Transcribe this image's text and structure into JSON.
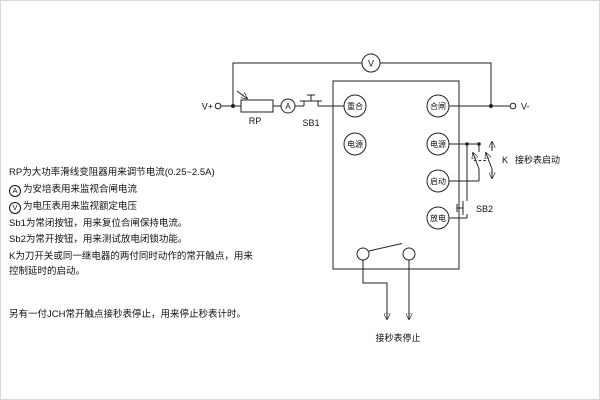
{
  "colors": {
    "wire": "#222222",
    "text": "#111111",
    "bg": "#ffffff"
  },
  "schematic": {
    "terminals": {
      "v_plus": "V+",
      "v_minus": "V-"
    },
    "meters": {
      "voltmeter": "V",
      "ammeter": "A"
    },
    "components": {
      "rheostat": "RP",
      "sb1": "SB1",
      "sb2": "SB2",
      "knife_switch": "K"
    },
    "panel_buttons": {
      "reclose": "重合",
      "close": "合闸",
      "power_left": "电源",
      "power_right": "电源",
      "start": "启动",
      "discharge": "放电"
    },
    "external_labels": {
      "stopwatch_start": "接秒表启动",
      "stopwatch_stop": "接秒表停止"
    }
  },
  "notes": {
    "line1": {
      "text": "RP为大功率滑线变阻器用来调节电流(0.25~2.5A)"
    },
    "line2": {
      "symbol": "A",
      "text": "为安培表用来监视合闸电流"
    },
    "line3": {
      "symbol": "V",
      "text": "为电压表用来监视额定电压"
    },
    "line4": {
      "text": "Sb1为常闭按钮，用来复位合闸保持电流。"
    },
    "line5": {
      "text": "Sb2为常开按钮，用来测试放电闭锁功能。"
    },
    "line6": {
      "text": "K为刀开关或同一继电器的两付同时动作的常开触点，用来"
    },
    "line7": {
      "text": "控制延时的启动。"
    },
    "line8": {
      "text": "另有一付JCH常开触点接秒表停止，用来停止秒表计时。"
    }
  }
}
